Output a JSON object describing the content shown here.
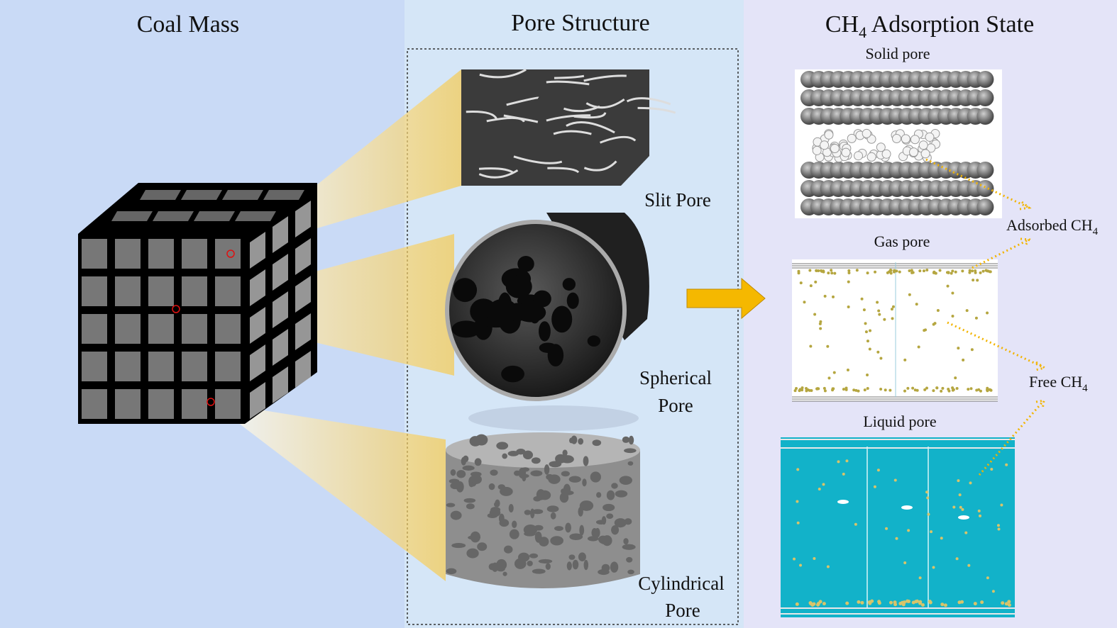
{
  "panels": {
    "coal_mass": {
      "title": "Coal Mass"
    },
    "pore_structure": {
      "title": "Pore Structure",
      "slit": "Slit Pore",
      "spherical_1": "Spherical",
      "spherical_2": "Pore",
      "cylindrical_1": "Cylindrical",
      "cylindrical_2": "Pore"
    },
    "adsorption": {
      "title_prefix": "CH",
      "title_sub": "4",
      "title_suffix": " Adsorption State",
      "solid_pore": "Solid pore",
      "gas_pore": "Gas pore",
      "liquid_pore": "Liquid  pore",
      "adsorbed_prefix": "Adsorbed CH",
      "adsorbed_sub": "4",
      "free_prefix": "Free CH",
      "free_sub": "4"
    }
  },
  "colors": {
    "left_bg": "#c9daf6",
    "mid_bg": "#d5e6f7",
    "right_bg": "#e4e4f8",
    "arrow": "#f5b800",
    "liquid": "#12b2c9"
  }
}
